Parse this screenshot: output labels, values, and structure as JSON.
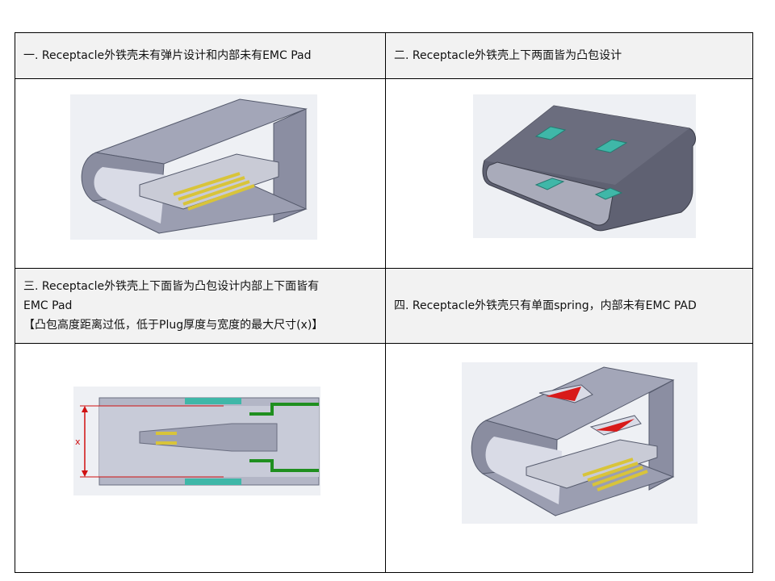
{
  "table": {
    "cells": [
      {
        "title_lines": [
          "一. Receptacle外铁壳未有弹片设计和内部未有EMC Pad"
        ]
      },
      {
        "title_lines": [
          "二. Receptacle外铁壳上下两面皆为凸包设计"
        ]
      },
      {
        "title_lines": [
          "三. Receptacle外铁壳上下面皆为凸包设计内部上下面皆有",
          "EMC Pad",
          "【凸包高度距离过低，低于Plug厚度与宽度的最大尺寸(x)】"
        ]
      },
      {
        "title_lines": [
          "四. Receptacle外铁壳只有单面spring，内部未有EMC PAD"
        ]
      }
    ],
    "diagram3_label": "x"
  },
  "colors": {
    "shell": "#7d7f93",
    "shell_dark": "#54586a",
    "contact": "#d8c43a",
    "pad": "#3fb7a8",
    "spring": "#d81a1a",
    "green": "#1f8f1f",
    "red_line": "#d01010"
  }
}
